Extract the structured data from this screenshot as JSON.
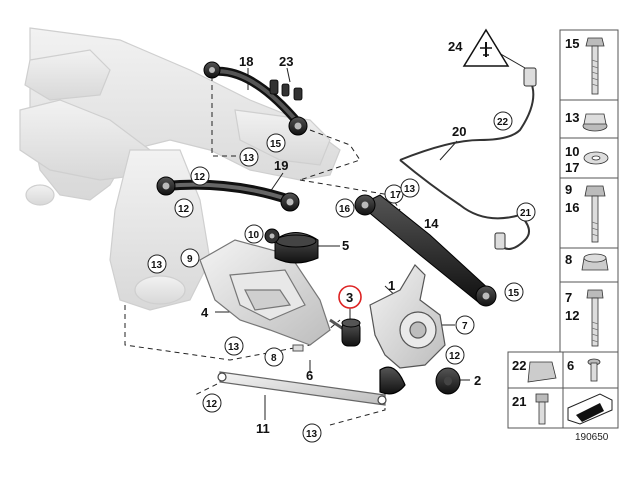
{
  "diagram": {
    "labels": {
      "l1": "1",
      "l2": "2",
      "l3": "3",
      "l4": "4",
      "l5": "5",
      "l6": "6",
      "l7": "7",
      "l8": "8",
      "l9": "9",
      "l11": "11",
      "l14": "14",
      "l18": "18",
      "l19": "19",
      "l20": "20",
      "l23": "23",
      "l24": "24"
    },
    "circled": {
      "c10": "10",
      "c12a": "12",
      "c12b": "12",
      "c12c": "12",
      "c12d": "12",
      "c13a": "13",
      "c13b": "13",
      "c13c": "13",
      "c13d": "13",
      "c13e": "13",
      "c15a": "15",
      "c15b": "15",
      "c16": "16",
      "c17": "17",
      "c21": "21",
      "c22": "22",
      "c8": "8"
    },
    "highlight": "3"
  },
  "sidebar": {
    "items": [
      "15",
      "13",
      "10",
      "17",
      "9",
      "16",
      "8",
      "7",
      "12",
      "22",
      "6",
      "21"
    ]
  },
  "reference": "190650"
}
